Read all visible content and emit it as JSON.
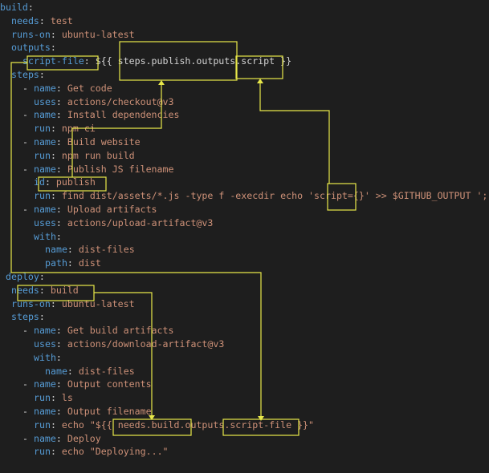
{
  "lines": [
    {
      "indent": 0,
      "key": "build",
      "value": ""
    },
    {
      "indent": 2,
      "key": "needs",
      "value": "test"
    },
    {
      "indent": 2,
      "key": "runs-on",
      "value": "ubuntu-latest"
    },
    {
      "indent": 2,
      "key": "outputs",
      "value": ""
    },
    {
      "indent": 4,
      "key": "script-file",
      "value": "${{ steps.publish.outputs.script }}"
    },
    {
      "indent": 2,
      "key": "steps",
      "value": ""
    },
    {
      "indent": 4,
      "dash": true,
      "key": "name",
      "value": "Get code"
    },
    {
      "indent": 6,
      "key": "uses",
      "value": "actions/checkout@v3"
    },
    {
      "indent": 4,
      "dash": true,
      "key": "name",
      "value": "Install dependencies"
    },
    {
      "indent": 6,
      "key": "run",
      "value": "npm ci"
    },
    {
      "indent": 4,
      "dash": true,
      "key": "name",
      "value": "Build website"
    },
    {
      "indent": 6,
      "key": "run",
      "value": "npm run build"
    },
    {
      "indent": 4,
      "dash": true,
      "key": "name",
      "value": "Publish JS filename"
    },
    {
      "indent": 6,
      "key": "id",
      "value": "publish"
    },
    {
      "indent": 6,
      "key": "run",
      "value": "find dist/assets/*.js -type f -execdir echo 'script={}' >> $GITHUB_OUTPUT ';'"
    },
    {
      "indent": 4,
      "dash": true,
      "key": "name",
      "value": "Upload artifacts"
    },
    {
      "indent": 6,
      "key": "uses",
      "value": "actions/upload-artifact@v3"
    },
    {
      "indent": 6,
      "key": "with",
      "value": ""
    },
    {
      "indent": 8,
      "key": "name",
      "value": "dist-files"
    },
    {
      "indent": 8,
      "key": "path",
      "value": "dist"
    },
    {
      "indent": 1,
      "key": "deploy",
      "value": ""
    },
    {
      "indent": 2,
      "key": "needs",
      "value": "build"
    },
    {
      "indent": 2,
      "key": "runs-on",
      "value": "ubuntu-latest"
    },
    {
      "indent": 2,
      "key": "steps",
      "value": ""
    },
    {
      "indent": 4,
      "dash": true,
      "key": "name",
      "value": "Get build artifacts"
    },
    {
      "indent": 6,
      "key": "uses",
      "value": "actions/download-artifact@v3"
    },
    {
      "indent": 6,
      "key": "with",
      "value": ""
    },
    {
      "indent": 8,
      "key": "name",
      "value": "dist-files"
    },
    {
      "indent": 4,
      "dash": true,
      "key": "name",
      "value": "Output contents"
    },
    {
      "indent": 6,
      "key": "run",
      "value": "ls"
    },
    {
      "indent": 4,
      "dash": true,
      "key": "name",
      "value": "Output filename"
    },
    {
      "indent": 6,
      "key": "run",
      "value": "echo \"${{ needs.build.outputs.script-file }}\""
    },
    {
      "indent": 4,
      "dash": true,
      "key": "name",
      "value": "Deploy"
    },
    {
      "indent": 6,
      "key": "run",
      "value": "echo \"Deploying...\""
    }
  ],
  "colors": {
    "background": "#1e1e1e",
    "key": "#569cd6",
    "value": "#ce9178",
    "punctuation": "#d4d4d4",
    "annotation": "#e8e84a"
  }
}
